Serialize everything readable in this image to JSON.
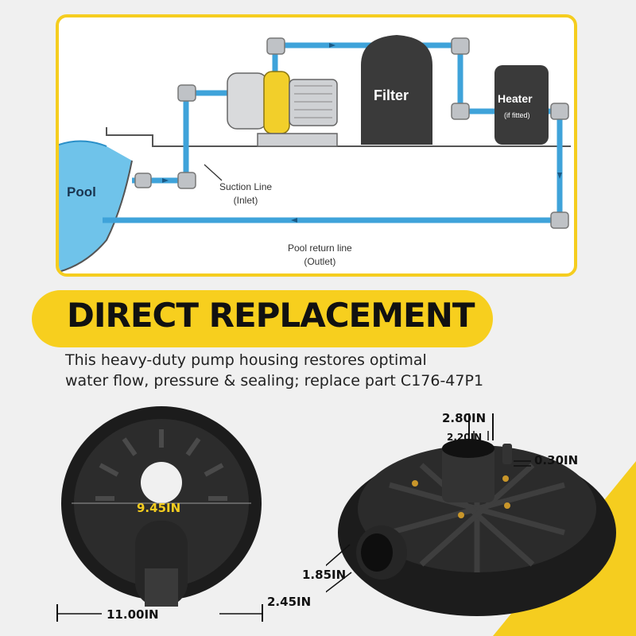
{
  "diagram": {
    "pool_label": "Pool",
    "suction_label_line1": "Suction Line",
    "suction_label_line2": "(Inlet)",
    "filter_label": "Filter",
    "heater_label": "Heater",
    "heater_note": "(if fitted)",
    "return_label_line1": "Pool return line",
    "return_label_line2": "(Outlet)"
  },
  "headline": "DIRECT REPLACEMENT",
  "description": {
    "line1": "This heavy-duty pump housing restores optimal",
    "line2": "water flow, pressure & sealing; replace part C176-47P1"
  },
  "dimensions": {
    "inner_diameter": "9.45IN",
    "outer_diameter": "11.00IN",
    "port_outer": "2.80IN",
    "port_inner": "2.20IN",
    "small_port": "0.30IN",
    "inlet_inner": "1.85IN",
    "inlet_outer": "2.45IN"
  },
  "colors": {
    "accent_yellow": "#f5cd1f",
    "pipe_blue": "#3fa3da",
    "water_blue": "#6fc3ea",
    "housing_black": "#1c1c1c"
  }
}
